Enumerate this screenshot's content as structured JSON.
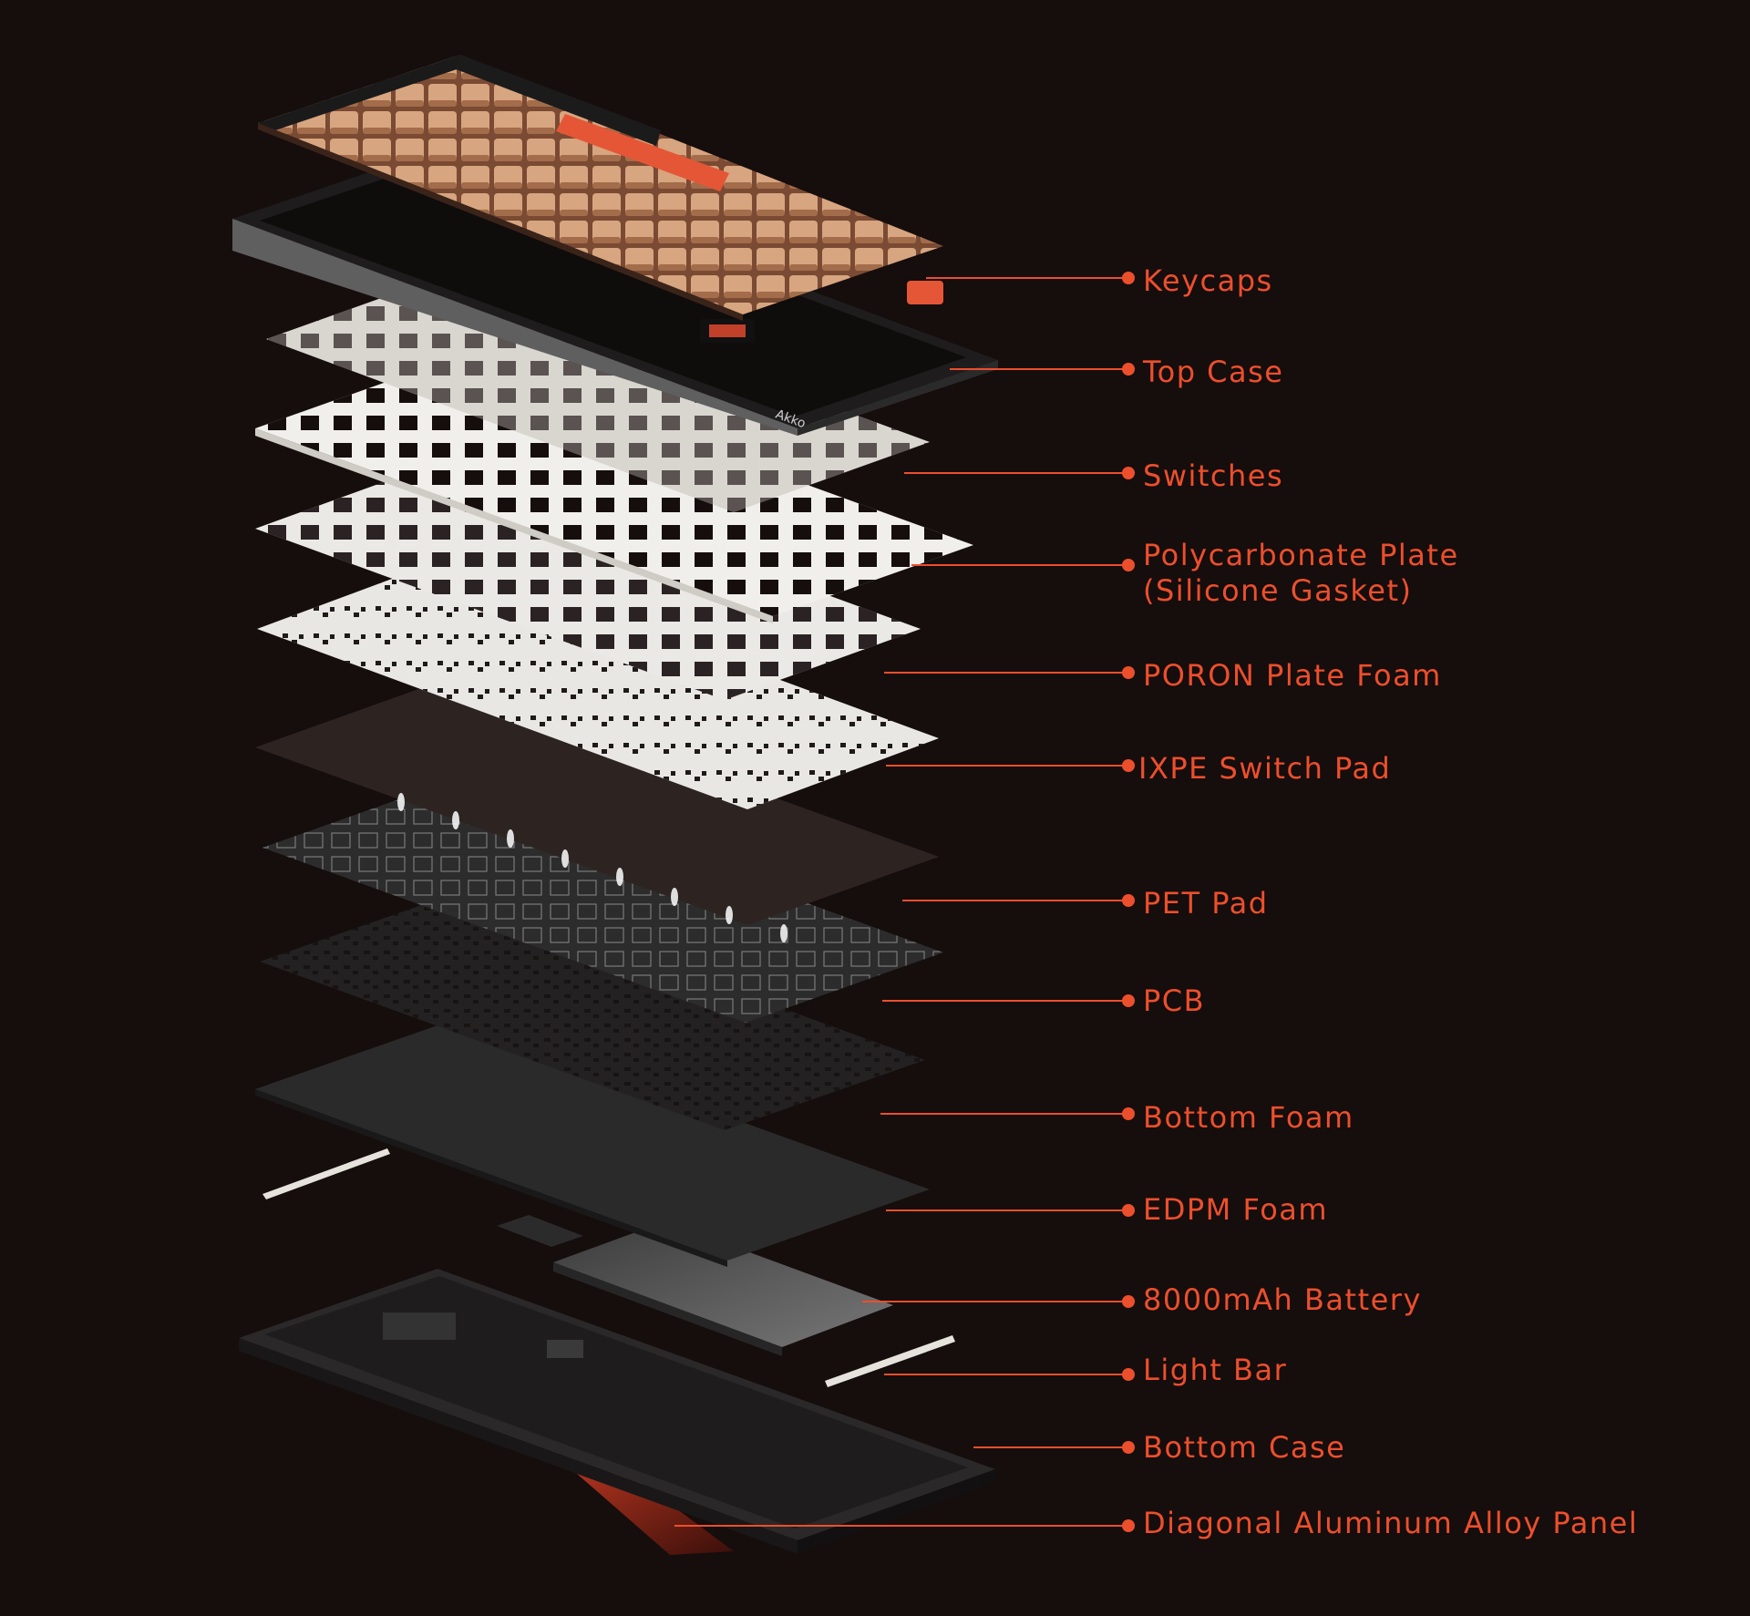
{
  "accent_color": "#ec4f2c",
  "background_color": "#160d0d",
  "brand": {
    "logo_text": "Akko"
  },
  "layers": [
    {
      "id": "keycaps",
      "label": "Keycaps"
    },
    {
      "id": "top-case",
      "label": "Top Case"
    },
    {
      "id": "switches",
      "label": "Switches"
    },
    {
      "id": "polycarbonate-plate",
      "label": "Polycarbonate Plate",
      "sublabel": "(Silicone Gasket)"
    },
    {
      "id": "poron-plate-foam",
      "label": "PORON Plate Foam"
    },
    {
      "id": "ixpe-switch-pad",
      "label": "IXPE Switch Pad"
    },
    {
      "id": "pet-pad",
      "label": "PET Pad"
    },
    {
      "id": "pcb",
      "label": "PCB"
    },
    {
      "id": "bottom-foam",
      "label": "Bottom Foam"
    },
    {
      "id": "edpm-foam",
      "label": "EDPM Foam"
    },
    {
      "id": "battery",
      "label": "8000mAh Battery"
    },
    {
      "id": "light-bar",
      "label": "Light Bar"
    },
    {
      "id": "bottom-case",
      "label": "Bottom Case"
    },
    {
      "id": "aluminum-panel",
      "label": "Diagonal Aluminum Alloy Panel"
    }
  ]
}
